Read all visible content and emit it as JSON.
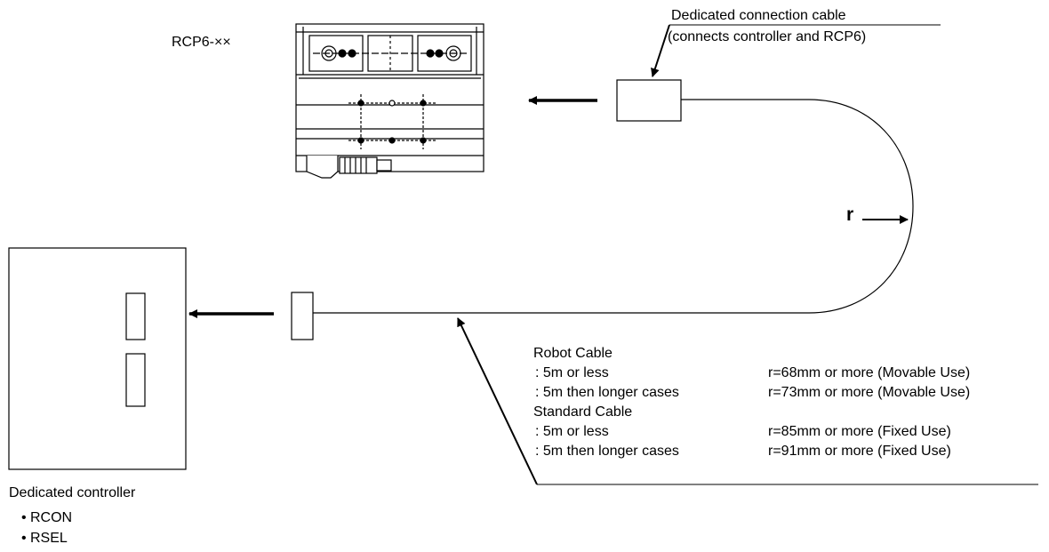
{
  "actuator": {
    "label": "RCP6-××"
  },
  "cable": {
    "title_line1": "Dedicated connection cable",
    "title_line2": "(connects controller and RCP6)"
  },
  "bend_radius_label": "r",
  "cable_table": {
    "groups": [
      {
        "heading": "Robot Cable",
        "rows": [
          {
            "length": ": 5m or less",
            "radius": "r=68mm or more (Movable Use)"
          },
          {
            "length": ": 5m then longer cases",
            "radius": "r=73mm or more (Movable Use)"
          }
        ]
      },
      {
        "heading": "Standard Cable",
        "rows": [
          {
            "length": ": 5m or less",
            "radius": "r=85mm or more (Fixed Use)"
          },
          {
            "length": ": 5m then longer cases",
            "radius": "r=91mm or more (Fixed Use)"
          }
        ]
      }
    ]
  },
  "controller": {
    "title": "Dedicated controller",
    "items": [
      "RCON",
      "RSEL"
    ],
    "bullet": "•"
  }
}
